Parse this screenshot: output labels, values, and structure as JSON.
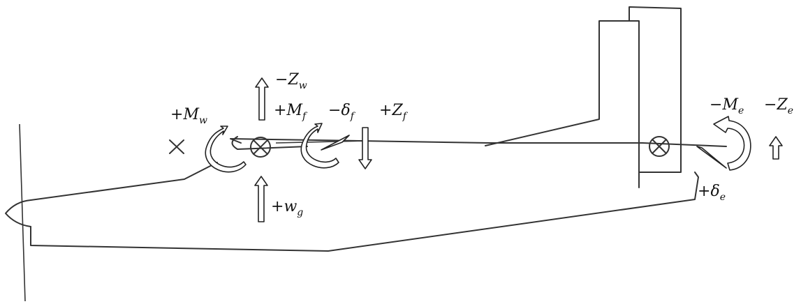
{
  "labels": {
    "minus_zw": {
      "sign": "−",
      "sym": "Z",
      "sub": "w"
    },
    "plus_mw": {
      "sign": "+",
      "sym": "M",
      "sub": "w"
    },
    "plus_mf": {
      "sign": "+",
      "sym": "M",
      "sub": "f"
    },
    "minus_delta_f": {
      "sign": "−",
      "sym": "δ",
      "sub": "f"
    },
    "plus_zf": {
      "sign": "+",
      "sym": "Z",
      "sub": "f"
    },
    "plus_wg": {
      "sign": "+",
      "sym": "w",
      "sub": "g"
    },
    "minus_me": {
      "sign": "−",
      "sym": "M",
      "sub": "e"
    },
    "minus_ze": {
      "sign": "−",
      "sym": "Z",
      "sub": "e"
    },
    "plus_delta_e": {
      "sign": "+",
      "sym": "δ",
      "sub": "e"
    }
  }
}
